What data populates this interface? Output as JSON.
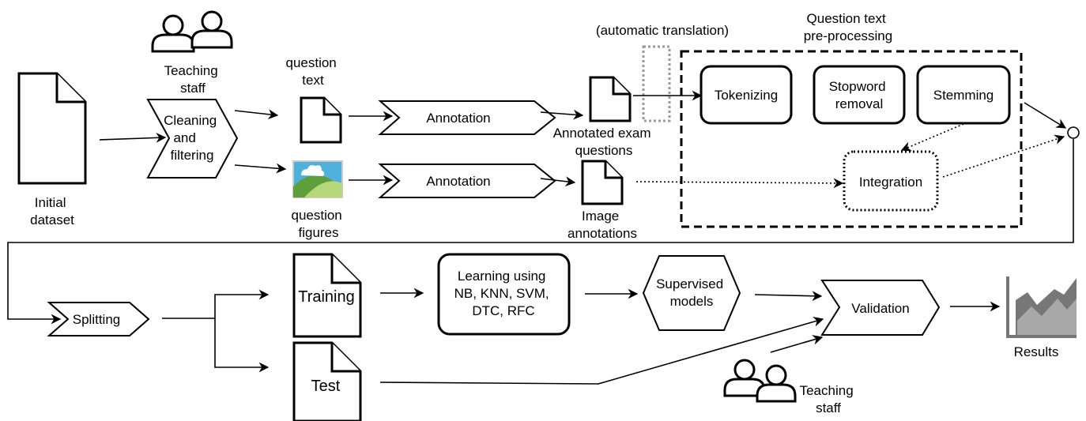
{
  "labels": {
    "initial_dataset": [
      "Initial",
      "dataset"
    ],
    "teaching_staff_top": [
      "Teaching",
      "staff"
    ],
    "cleaning": [
      "Cleaning",
      "and",
      "filtering"
    ],
    "question_text": [
      "question",
      "text"
    ],
    "question_figures": [
      "question",
      "figures"
    ],
    "annotation_1": "Annotation",
    "annotation_2": "Annotation",
    "automatic_translation": "(automatic translation)",
    "annotated_exam": [
      "Annotated exam",
      "questions"
    ],
    "image_annotations": [
      "Image",
      "annotations"
    ],
    "preprocessing_title": [
      "Question text",
      "pre-processing"
    ],
    "tokenizing": "Tokenizing",
    "stopword": [
      "Stopword",
      "removal"
    ],
    "stemming": "Stemming",
    "integration": "Integration",
    "splitting": "Splitting",
    "training": "Training",
    "test": "Test",
    "learning": [
      "Learning using",
      "NB, KNN, SVM,",
      "DTC, RFC"
    ],
    "supervised": [
      "Supervised",
      "models"
    ],
    "validation": "Validation",
    "results": "Results",
    "teaching_staff_bottom": [
      "Teaching",
      "staff"
    ]
  },
  "icons": {
    "person_pair": "users-icon",
    "document": "document-icon",
    "image": "image-icon",
    "chart": "area-chart-icon"
  },
  "colors": {
    "sky": "#4fb0db",
    "cloud": "#ffffff",
    "hill_back": "#5e9e3c",
    "hill_front": "#b6d77a",
    "chart_fill": "#777777",
    "translation_box": "#999999"
  }
}
